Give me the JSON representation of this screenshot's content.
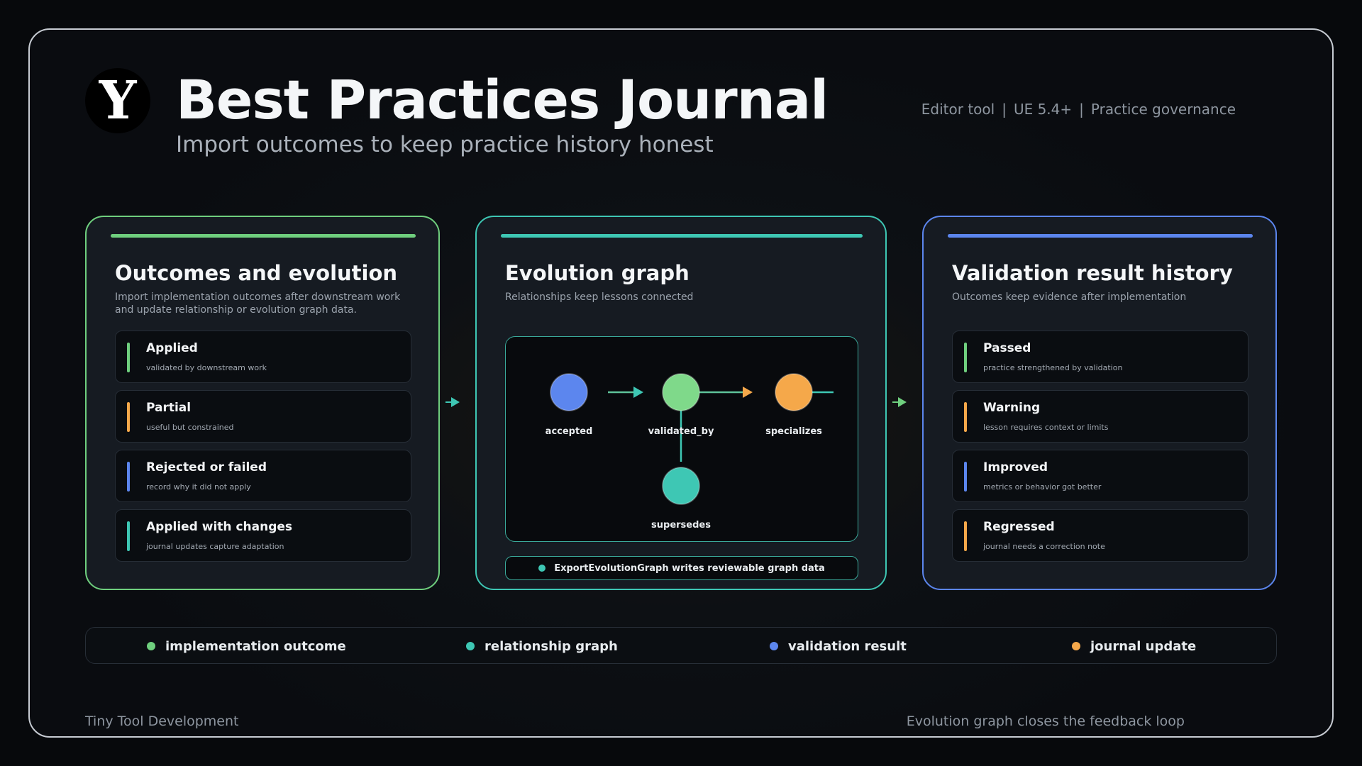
{
  "header": {
    "logo_letter": "Y",
    "title": "Best Practices Journal",
    "subtitle": "Import outcomes to keep practice history honest",
    "meta": [
      "Editor tool",
      "UE 5.4+",
      "Practice governance"
    ],
    "meta_separator": "|"
  },
  "colors": {
    "green": "#6fcf7e",
    "teal": "#3ec7b4",
    "blue": "#5c86ee",
    "orange": "#f5a84a"
  },
  "outcomes_panel": {
    "title": "Outcomes and evolution",
    "description": "Import implementation outcomes after downstream work and update relationship or evolution graph data.",
    "items": [
      {
        "label": "Applied",
        "sub": "validated by downstream work",
        "accent": "green"
      },
      {
        "label": "Partial",
        "sub": "useful but constrained",
        "accent": "orange"
      },
      {
        "label": "Rejected or failed",
        "sub": "record why it did not apply",
        "accent": "blue"
      },
      {
        "label": "Applied with changes",
        "sub": "journal updates capture adaptation",
        "accent": "teal"
      }
    ]
  },
  "graph_panel": {
    "title": "Evolution graph",
    "description": "Relationships keep lessons connected",
    "nodes": {
      "accepted": {
        "label": "accepted",
        "color": "#5c86ee"
      },
      "validated_by": {
        "label": "validated_by",
        "color": "#7fd98a"
      },
      "specializes": {
        "label": "specializes",
        "color": "#f5a84a"
      },
      "supersedes": {
        "label": "supersedes",
        "color": "#3ec7b4"
      }
    },
    "footer": "ExportEvolutionGraph writes reviewable graph data"
  },
  "validation_panel": {
    "title": "Validation result history",
    "description": "Outcomes keep evidence after implementation",
    "items": [
      {
        "label": "Passed",
        "sub": "practice strengthened by validation",
        "accent": "green"
      },
      {
        "label": "Warning",
        "sub": "lesson requires context or limits",
        "accent": "orange"
      },
      {
        "label": "Improved",
        "sub": "metrics or behavior got better",
        "accent": "blue"
      },
      {
        "label": "Regressed",
        "sub": "journal needs a correction note",
        "accent": "orange"
      }
    ]
  },
  "legend": [
    {
      "label": "implementation outcome",
      "color": "green"
    },
    {
      "label": "relationship graph",
      "color": "teal"
    },
    {
      "label": "validation result",
      "color": "blue"
    },
    {
      "label": "journal update",
      "color": "orange"
    }
  ],
  "footer": {
    "left": "Tiny Tool Development",
    "right": "Evolution graph closes the feedback loop"
  }
}
